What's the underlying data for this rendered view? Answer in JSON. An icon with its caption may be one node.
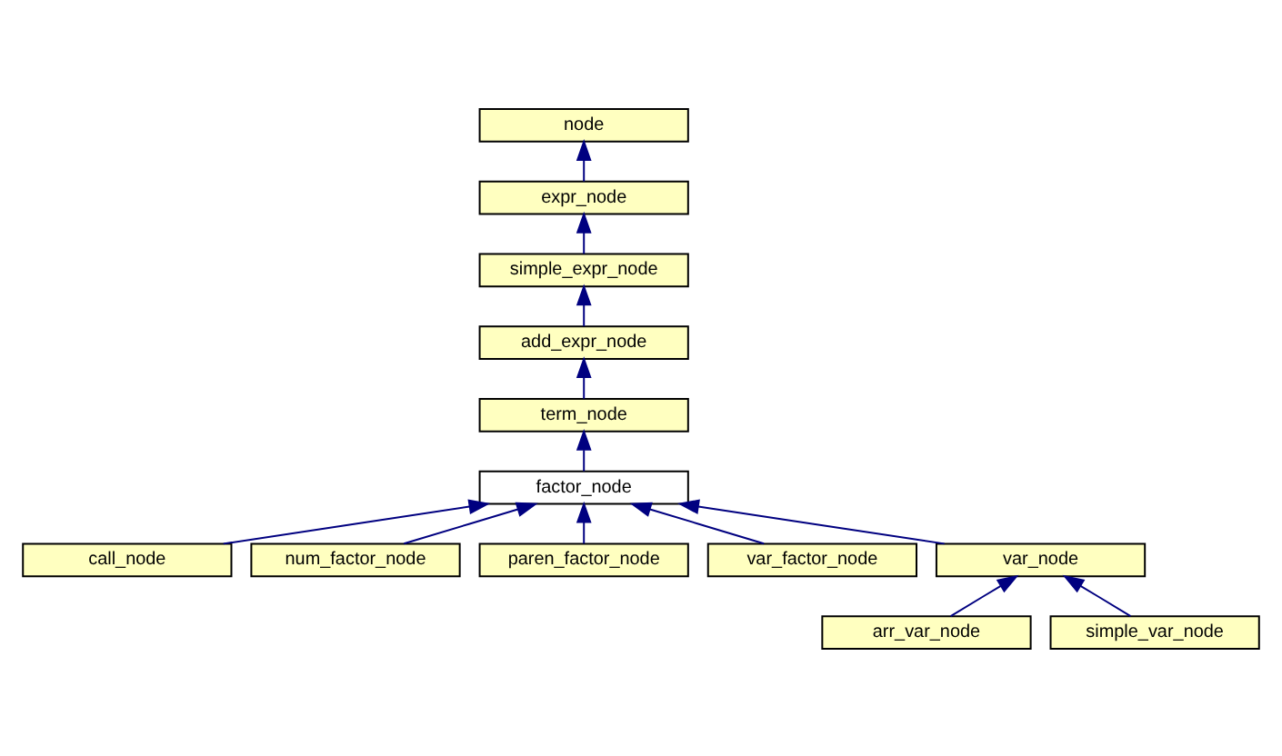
{
  "diagram": {
    "nodes": [
      {
        "text": [
          "node"
        ]
      },
      {
        "text": [
          "expr_node"
        ]
      },
      {
        "text": [
          "simple_expr_node"
        ]
      },
      {
        "text": [
          "add_expr_node"
        ]
      },
      {
        "text": [
          "term_node"
        ]
      },
      {
        "text": [
          "factor_node"
        ]
      },
      {
        "text": [
          "call_node"
        ]
      },
      {
        "text": [
          "num_factor_node"
        ]
      },
      {
        "text": [
          "paren_factor_node"
        ]
      },
      {
        "text": [
          "var_factor_node"
        ]
      },
      {
        "text": [
          "var_node"
        ]
      },
      {
        "text": [
          "arr_var_node"
        ]
      },
      {
        "text": [
          "simple_var_node"
        ]
      }
    ],
    "edges": [
      {
        "from": 1,
        "to": 0,
        "arrow": "to"
      },
      {
        "from": 2,
        "to": 1,
        "arrow": "to"
      },
      {
        "from": 3,
        "to": 2,
        "arrow": "to"
      },
      {
        "from": 4,
        "to": 3,
        "arrow": "to"
      },
      {
        "from": 5,
        "to": 4,
        "arrow": "to"
      },
      {
        "from": 6,
        "to": 5,
        "arrow": "to"
      },
      {
        "from": 7,
        "to": 5,
        "arrow": "to"
      },
      {
        "from": 8,
        "to": 5,
        "arrow": "to"
      },
      {
        "from": 9,
        "to": 5,
        "arrow": "to"
      },
      {
        "from": 10,
        "to": 5,
        "arrow": "to"
      },
      {
        "from": 11,
        "to": 10,
        "arrow": "to"
      },
      {
        "from": 12,
        "to": 10,
        "arrow": "to"
      }
    ]
  }
}
